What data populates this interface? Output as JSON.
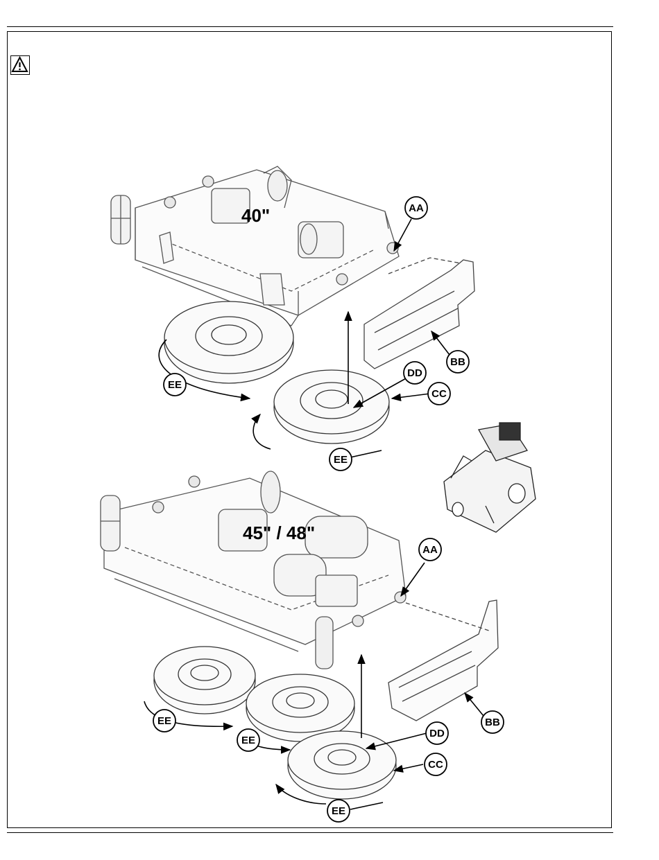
{
  "warning_icon": "warning-triangle-icon",
  "diagram": {
    "size_label_top": "40\"",
    "size_label_bottom": "45\" / 48\"",
    "callouts": {
      "aa": "AA",
      "bb": "BB",
      "cc": "CC",
      "dd": "DD",
      "ee": "EE"
    }
  }
}
